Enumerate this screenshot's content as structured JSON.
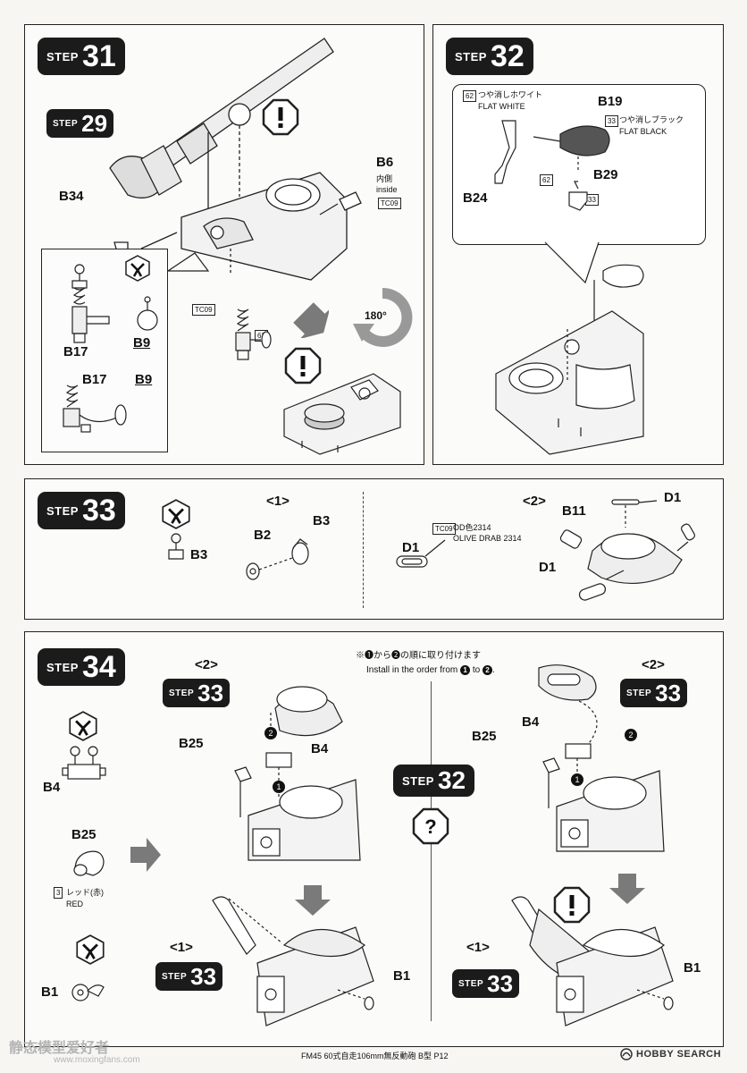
{
  "steps": {
    "s31": {
      "label": "STEP",
      "num": "31"
    },
    "s32": {
      "label": "STEP",
      "num": "32"
    },
    "s33": {
      "label": "STEP",
      "num": "33"
    },
    "s34": {
      "label": "STEP",
      "num": "34"
    },
    "s29": {
      "label": "STEP",
      "num": "29"
    }
  },
  "step31": {
    "b6": "B6",
    "b6_note_jp": "内側",
    "b6_note_en": "inside",
    "b6_paint": "TC09",
    "b34": "B34",
    "b17": "B17",
    "b9": "B9",
    "b17b": "B17",
    "b9b": "B9",
    "tc09": "TC09",
    "p62": "62",
    "rotate": "180°"
  },
  "step32": {
    "flat_white_num": "62",
    "flat_white_jp": "つや消しホワイト",
    "flat_white_en": "FLAT WHITE",
    "b19": "B19",
    "flat_black_num": "33",
    "flat_black_jp": "つや消しブラック",
    "flat_black_en": "FLAT BLACK",
    "b24": "B24",
    "b29": "B29",
    "p62": "62",
    "p33": "33"
  },
  "step33": {
    "b3": "B3",
    "sub1": "<1>",
    "b2": "B2",
    "b3b": "B3",
    "paint_code": "TC09",
    "paint_jp": "OD色2314",
    "paint_en": "OLIVE DRAB 2314",
    "d1": "D1",
    "sub2": "<2>",
    "b11": "B11",
    "d1b": "D1",
    "d1c": "D1"
  },
  "step34": {
    "note_jp": "※❶から❷の順に取り付けます",
    "note_en_a": "Install in the order from",
    "note_en_b": "to",
    "n1": "1",
    "n2": "2",
    "b4": "B4",
    "b25": "B25",
    "paint_num": "3",
    "paint_jp": "レッド(赤)",
    "paint_en": "RED",
    "b1": "B1",
    "left_sub2": "<2>",
    "left_b25": "B25",
    "left_b4": "B4",
    "left_sub1": "<1>",
    "left_b1": "B1",
    "right_sub2": "<2>",
    "right_b4": "B4",
    "right_b25": "B25",
    "right_sub1": "<1>",
    "right_b1": "B1"
  },
  "footer": {
    "title": "FM45 60式自走106mm無反動砲 B型 P12",
    "wm_left": "静态模型爱好者",
    "wm_left_url": "www.moxingfans.com",
    "wm_right": "HOBBY SEARCH"
  }
}
